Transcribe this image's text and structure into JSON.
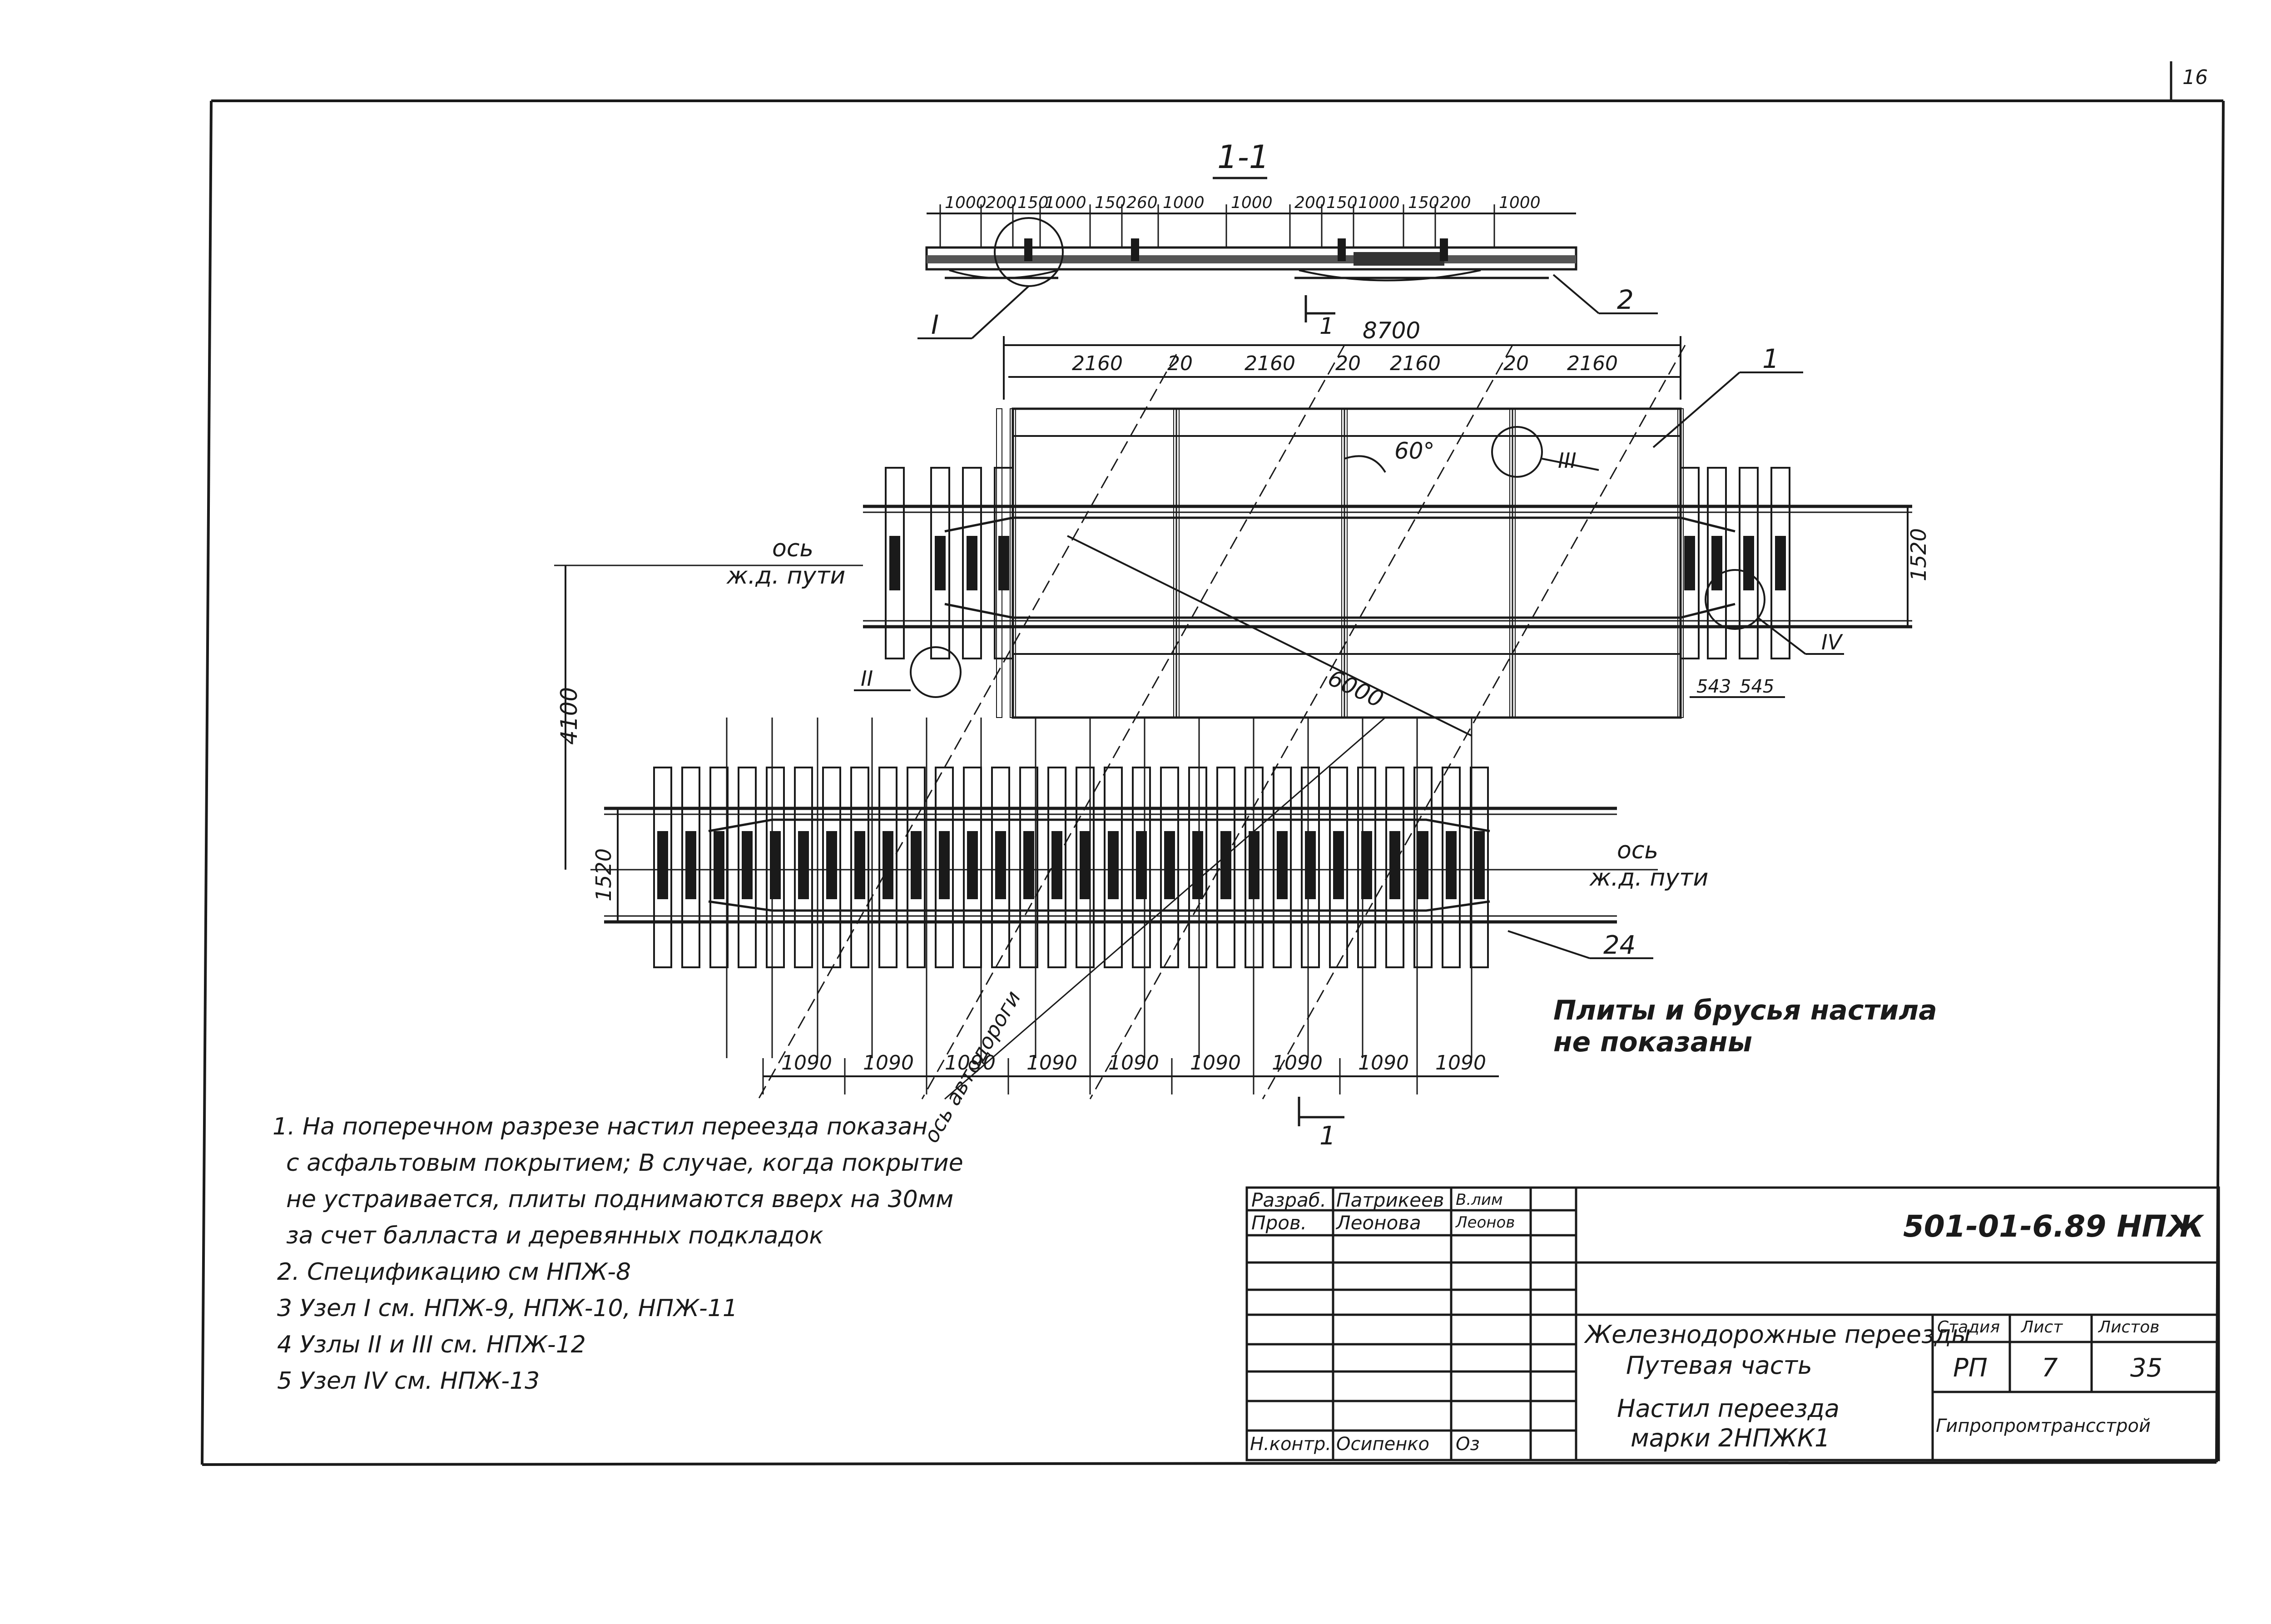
{
  "sheet": {
    "page_number": "16",
    "section_label": "1-1"
  },
  "section": {
    "top_dims": [
      "1000",
      "200",
      "150",
      "1000",
      "150",
      "260",
      "1000",
      "1000",
      "200",
      "150",
      "1000",
      "150",
      "200",
      "1000"
    ],
    "node_I_label": "I",
    "cut_label": "1",
    "pos_2": "2"
  },
  "plan": {
    "overall_dim": "8700",
    "top_dims": [
      "2160",
      "20",
      "2160",
      "20",
      "2160",
      "20",
      "2160"
    ],
    "angle": "60°",
    "pos_1": "1",
    "node_II": "II",
    "node_III": "III",
    "node_IV": "IV",
    "gauge_right": "1520",
    "gauge_left": "1520",
    "axis_distance": "4100",
    "diag_dim": "6000",
    "small_dims": [
      "543",
      "545"
    ],
    "axis_label_1": "ось",
    "axis_label_2": "ж.д. пути",
    "pos_24": "24",
    "sleeper_dims": [
      "1090",
      "1090",
      "1090",
      "1090",
      "1090",
      "1090",
      "1090",
      "1090",
      "1090"
    ],
    "road_axis": "ось автодороги",
    "cut_label_bottom": "1",
    "not_shown_1": "Плиты и брусья настила",
    "not_shown_2": "не показаны"
  },
  "notes": [
    "1. На поперечном разрезе настил переезда показан",
    "с асфальтовым покрытием; В случае, когда покрытие",
    "не устраивается, плиты поднимаются вверх на 30мм",
    "за счет балласта и деревянных подкладок",
    "2. Спецификацию см НПЖ-8",
    "3 Узел I см. НПЖ-9, НПЖ-10, НПЖ-11",
    "4 Узлы II и III см. НПЖ-12",
    "5 Узел IV см. НПЖ-13"
  ],
  "title_block": {
    "role_1": "Разраб.",
    "name_1": "Патрикеев",
    "sig_1": "В.лим",
    "role_2": "Пров.",
    "name_2": "Леонова",
    "sig_2": "Леонов",
    "role_3": "Н.контр.",
    "name_3": "Осипенко",
    "sig_3": "Оз",
    "doc_code": "501-01-6.89 НПЖ",
    "title_line_1": "Железнодорожные переезды",
    "title_line_2": "Путевая часть",
    "title_line_3": "Настил переезда",
    "title_line_4": "марки 2НПЖК1",
    "stage_hdr": "Стадия",
    "sheet_hdr": "Лист",
    "sheets_hdr": "Листов",
    "stage": "РП",
    "sheet_no": "7",
    "sheets_total": "35",
    "org": "Гипропромтрансстрой"
  }
}
